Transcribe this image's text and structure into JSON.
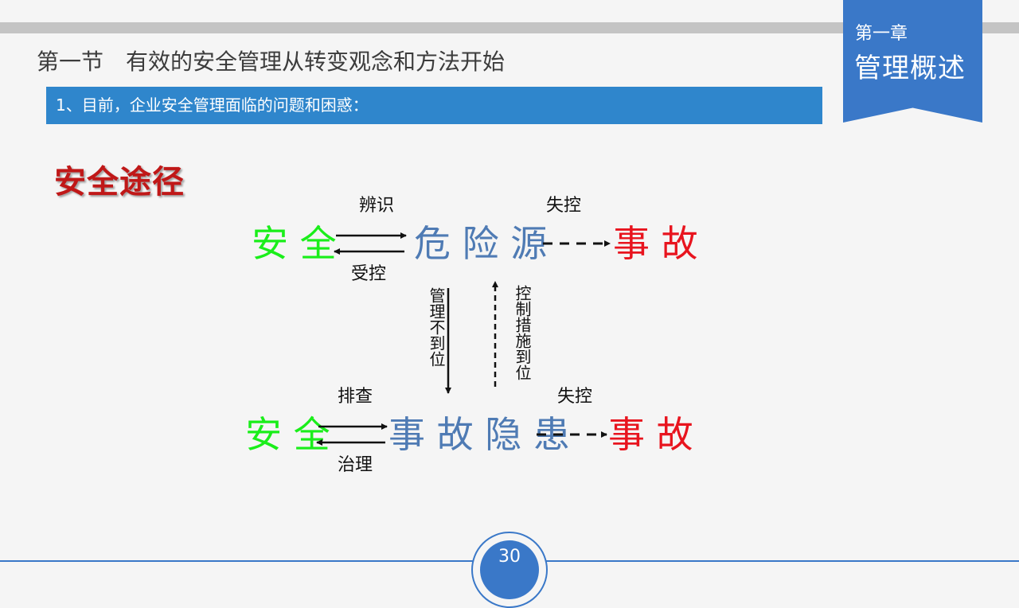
{
  "header": {
    "chapter_label": "第一章",
    "chapter_title": "管理概述",
    "section_title": "第一节　有效的安全管理从转变观念和方法开始",
    "subtitle": "1、目前，企业安全管理面临的问题和困惑："
  },
  "diagram": {
    "heading": "安全途径",
    "top_row": {
      "safe": "安 全",
      "hazard": "危 险 源",
      "accident": "事 故",
      "label_identify": "辨识",
      "label_controlled": "受控",
      "label_lost_control": "失控"
    },
    "vertical": {
      "down_label": "管理不到位",
      "up_label": "控制措施到位"
    },
    "bottom_row": {
      "safe": "安 全",
      "hidden_danger": "事 故 隐 患",
      "accident": "事 故",
      "label_inspect": "排查",
      "label_remediate": "治理",
      "label_lost_control": "失控"
    },
    "colors": {
      "safe": "#1aee1a",
      "hazard": "#4f7bb4",
      "accident": "#e8141e",
      "accent": "#3a78c8"
    }
  },
  "footer": {
    "page_number": "30"
  }
}
